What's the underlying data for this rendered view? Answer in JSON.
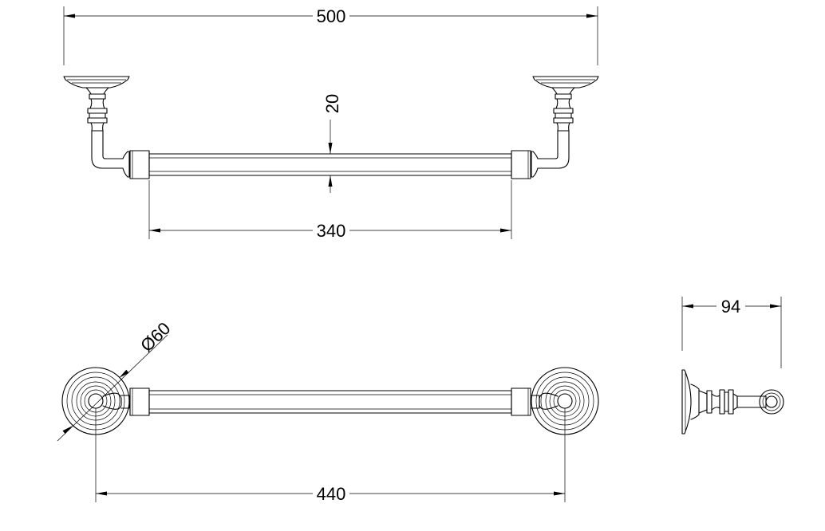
{
  "drawing": {
    "dimensions": {
      "overall_length": "500",
      "bar_diameter": "20",
      "bar_length": "340",
      "base_diameter": "Ø60",
      "center_distance": "440",
      "projection": "94"
    }
  }
}
